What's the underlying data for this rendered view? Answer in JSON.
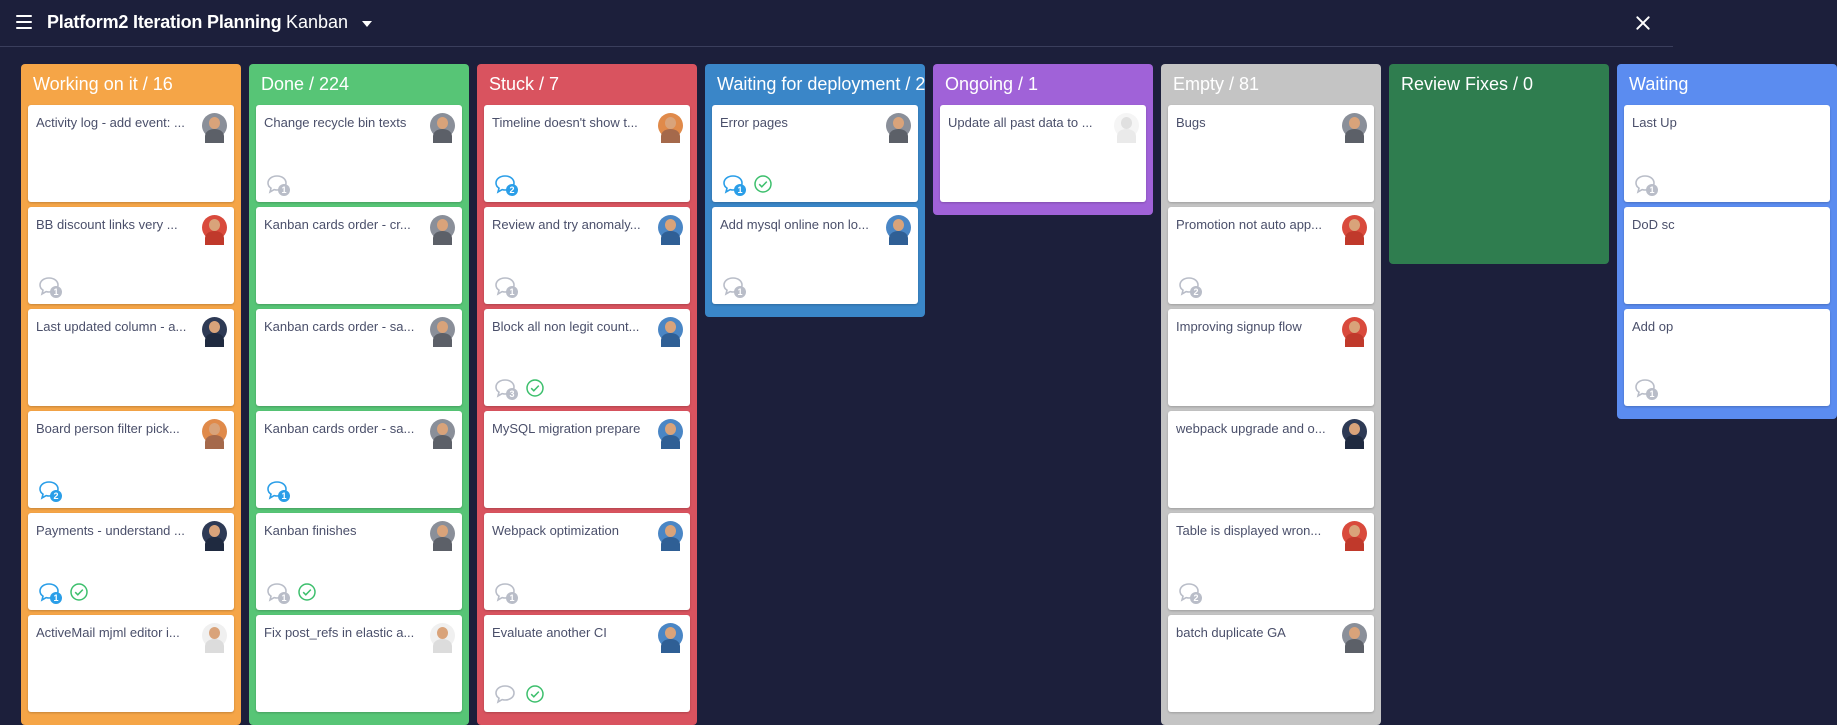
{
  "header": {
    "board_title": "Platform2 Iteration Planning",
    "view_name": "Kanban"
  },
  "colors": {
    "background": "#1c1f3b",
    "updates_active": "#2a9ee8",
    "updates_inactive": "#b9bdc8",
    "check": "#3cbf6c"
  },
  "columns": [
    {
      "title": "Working on it / 16",
      "color": "#f5a547",
      "cards": [
        {
          "title": "Activity log - add event: ...",
          "avatar": "gray",
          "updates": "",
          "active": false,
          "check": false,
          "show_updates": false
        },
        {
          "title": "BB discount links very ...",
          "avatar": "red",
          "updates": "1",
          "active": false,
          "check": false,
          "show_updates": true
        },
        {
          "title": "Last updated column - a...",
          "avatar": "navy",
          "updates": "",
          "active": false,
          "check": false,
          "show_updates": false
        },
        {
          "title": "Board person filter pick...",
          "avatar": "orange",
          "updates": "2",
          "active": true,
          "check": false,
          "show_updates": true
        },
        {
          "title": "Payments - understand ...",
          "avatar": "navy",
          "updates": "1",
          "active": true,
          "check": true,
          "show_updates": true
        },
        {
          "title": "ActiveMail mjml editor i...",
          "avatar": "white",
          "updates": "",
          "active": false,
          "check": false,
          "show_updates": false
        }
      ]
    },
    {
      "title": "Done / 224",
      "color": "#57c576",
      "cards": [
        {
          "title": "Change recycle bin texts",
          "avatar": "gray",
          "updates": "1",
          "active": false,
          "check": false,
          "show_updates": true
        },
        {
          "title": "Kanban cards order - cr...",
          "avatar": "gray",
          "updates": "",
          "active": false,
          "check": false,
          "show_updates": false
        },
        {
          "title": "Kanban cards order - sa...",
          "avatar": "gray",
          "updates": "",
          "active": false,
          "check": false,
          "show_updates": false
        },
        {
          "title": "Kanban cards order - sa...",
          "avatar": "gray",
          "updates": "1",
          "active": true,
          "check": false,
          "show_updates": true
        },
        {
          "title": "Kanban finishes",
          "avatar": "gray",
          "updates": "1",
          "active": false,
          "check": true,
          "show_updates": true
        },
        {
          "title": "Fix post_refs in elastic a...",
          "avatar": "white",
          "updates": "",
          "active": false,
          "check": false,
          "show_updates": false
        }
      ]
    },
    {
      "title": "Stuck / 7",
      "color": "#d9535f",
      "cards": [
        {
          "title": "Timeline doesn't show t...",
          "avatar": "orange",
          "updates": "2",
          "active": true,
          "check": false,
          "show_updates": true
        },
        {
          "title": "Review and try anomaly...",
          "avatar": "blue",
          "updates": "1",
          "active": false,
          "check": false,
          "show_updates": true
        },
        {
          "title": "Block all non legit count...",
          "avatar": "blue",
          "updates": "3",
          "active": false,
          "check": true,
          "show_updates": true
        },
        {
          "title": "MySQL migration prepare",
          "avatar": "blue",
          "updates": "",
          "active": false,
          "check": false,
          "show_updates": false
        },
        {
          "title": "Webpack optimization",
          "avatar": "blue",
          "updates": "1",
          "active": false,
          "check": false,
          "show_updates": true
        },
        {
          "title": "Evaluate another CI",
          "avatar": "blue",
          "updates": "",
          "active": false,
          "check": true,
          "show_updates": true
        }
      ]
    },
    {
      "title": "Waiting for deployment / 2",
      "color": "#3a86c8",
      "cards": [
        {
          "title": "Error pages",
          "avatar": "gray",
          "updates": "1",
          "active": true,
          "check": true,
          "show_updates": true
        },
        {
          "title": "Add mysql online non lo...",
          "avatar": "blue",
          "updates": "1",
          "active": false,
          "check": false,
          "show_updates": true
        }
      ]
    },
    {
      "title": "Ongoing / 1",
      "color": "#a062d8",
      "cards": [
        {
          "title": "Update all past data to ...",
          "avatar": "empty",
          "updates": "",
          "active": false,
          "check": false,
          "show_updates": false
        }
      ]
    },
    {
      "title": "Empty / 81",
      "color": "#c4c4c4",
      "cards": [
        {
          "title": "Bugs",
          "avatar": "gray",
          "updates": "",
          "active": false,
          "check": false,
          "show_updates": false
        },
        {
          "title": "Promotion not auto app...",
          "avatar": "red",
          "updates": "2",
          "active": false,
          "check": false,
          "show_updates": true
        },
        {
          "title": "Improving signup flow",
          "avatar": "red",
          "updates": "",
          "active": false,
          "check": false,
          "show_updates": false
        },
        {
          "title": "webpack upgrade and o...",
          "avatar": "navy",
          "updates": "",
          "active": false,
          "check": false,
          "show_updates": false
        },
        {
          "title": "Table is displayed wron...",
          "avatar": "red",
          "updates": "2",
          "active": false,
          "check": false,
          "show_updates": true
        },
        {
          "title": "batch duplicate GA",
          "avatar": "gray",
          "updates": "",
          "active": false,
          "check": false,
          "show_updates": false
        }
      ]
    },
    {
      "title": "Review Fixes / 0",
      "color": "#2f7d4f",
      "cards": []
    },
    {
      "title": "Waiting",
      "color": "#5b8cf0",
      "cards": [
        {
          "title": "Last Up",
          "avatar": "none",
          "updates": "1",
          "active": false,
          "check": false,
          "show_updates": true
        },
        {
          "title": "DoD sc",
          "avatar": "none",
          "updates": "",
          "active": false,
          "check": false,
          "show_updates": false
        },
        {
          "title": "Add op",
          "avatar": "none",
          "updates": "1",
          "active": false,
          "check": false,
          "show_updates": true
        }
      ]
    }
  ]
}
